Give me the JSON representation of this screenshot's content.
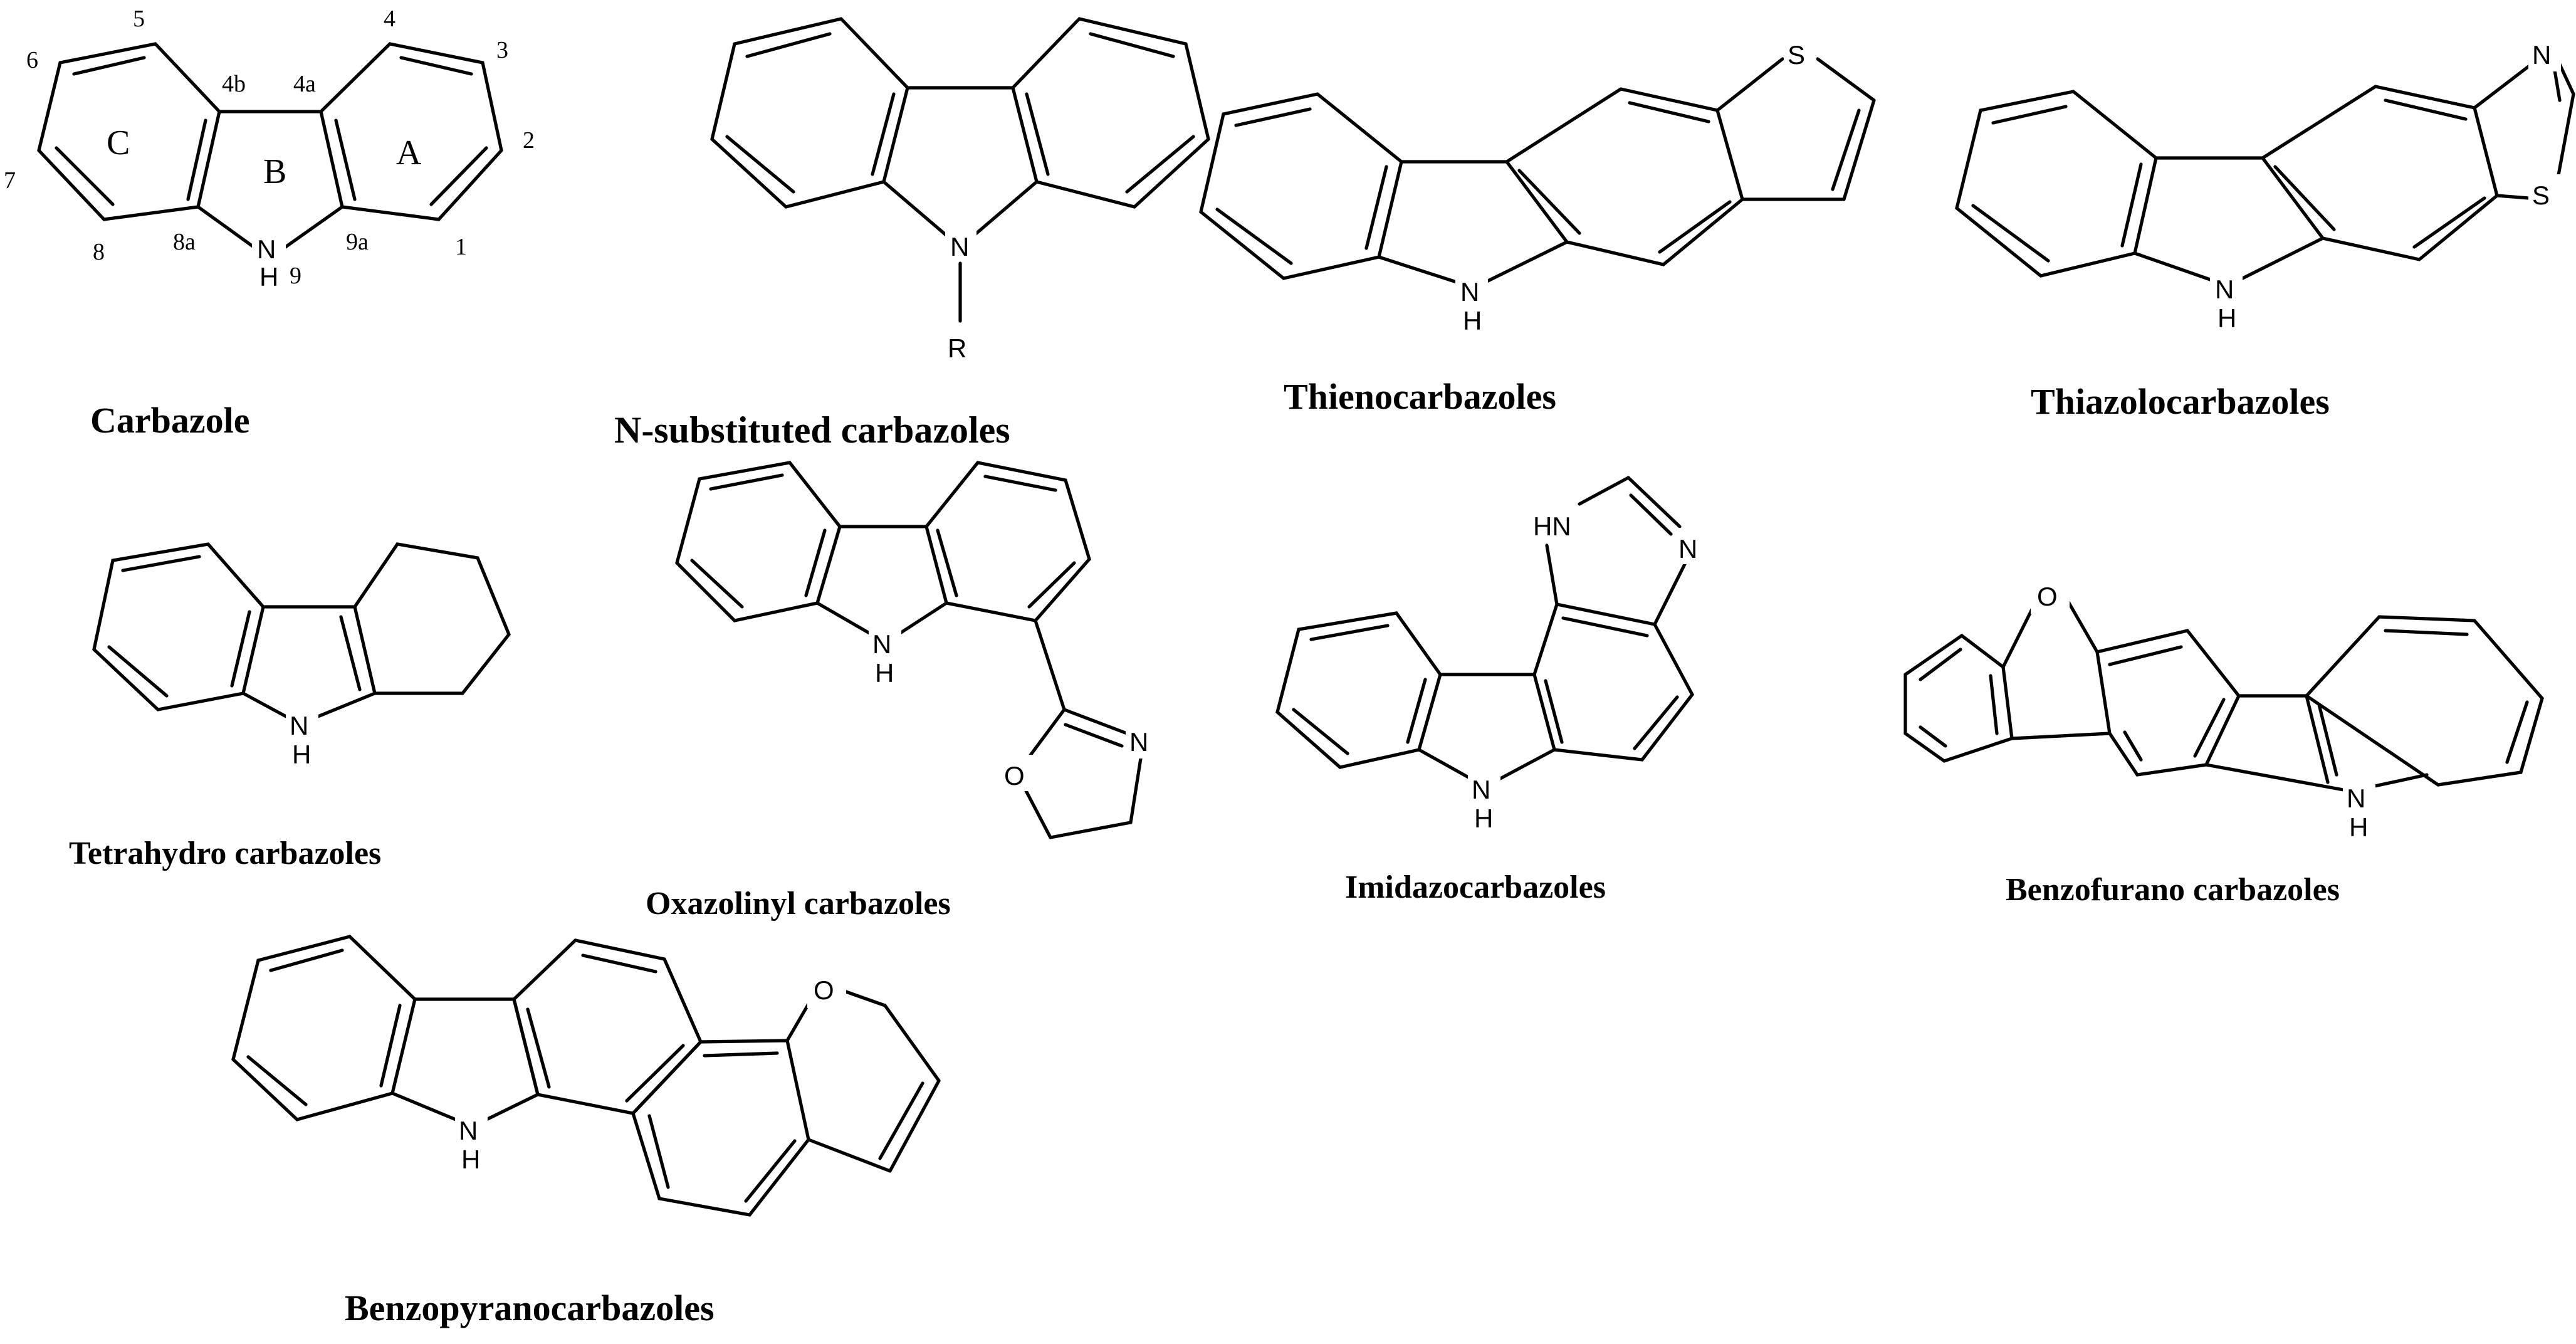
{
  "background": "#ffffff",
  "line_color": "#000000",
  "structures": [
    {
      "id": "carbazole",
      "caption": "Carbazole",
      "atoms": [],
      "numbers": [
        "5",
        "6",
        "7",
        "8",
        "8a",
        "4b",
        "4a",
        "4",
        "3",
        "2",
        "1",
        "9a",
        "9"
      ],
      "ring_letters": [
        "C",
        "B",
        "A"
      ],
      "hetero_labels": [
        "N",
        "H"
      ]
    },
    {
      "id": "n-substituted",
      "caption": "N-substituted carbazoles",
      "hetero_labels": [
        "N",
        "R"
      ]
    },
    {
      "id": "thieno",
      "caption": "Thienocarbazoles",
      "hetero_labels": [
        "S",
        "N",
        "H"
      ]
    },
    {
      "id": "thiazolo",
      "caption": "Thiazolocarbazoles",
      "hetero_labels": [
        "N",
        "S",
        "N",
        "H"
      ]
    },
    {
      "id": "tetrahydro",
      "caption": "Tetrahydro carbazoles",
      "hetero_labels": [
        "N",
        "H"
      ]
    },
    {
      "id": "oxazolinyl",
      "caption": "Oxazolinyl carbazoles",
      "hetero_labels": [
        "N",
        "H",
        "N",
        "O"
      ]
    },
    {
      "id": "imidazo",
      "caption": "Imidazocarbazoles",
      "hetero_labels": [
        "HN",
        "N",
        "N",
        "H"
      ]
    },
    {
      "id": "benzofurano",
      "caption": "Benzofurano carbazoles",
      "hetero_labels": [
        "O",
        "N",
        "H"
      ]
    },
    {
      "id": "benzopyrano",
      "caption": "Benzopyranocarbazoles",
      "hetero_labels": [
        "O",
        "N",
        "H"
      ]
    }
  ]
}
